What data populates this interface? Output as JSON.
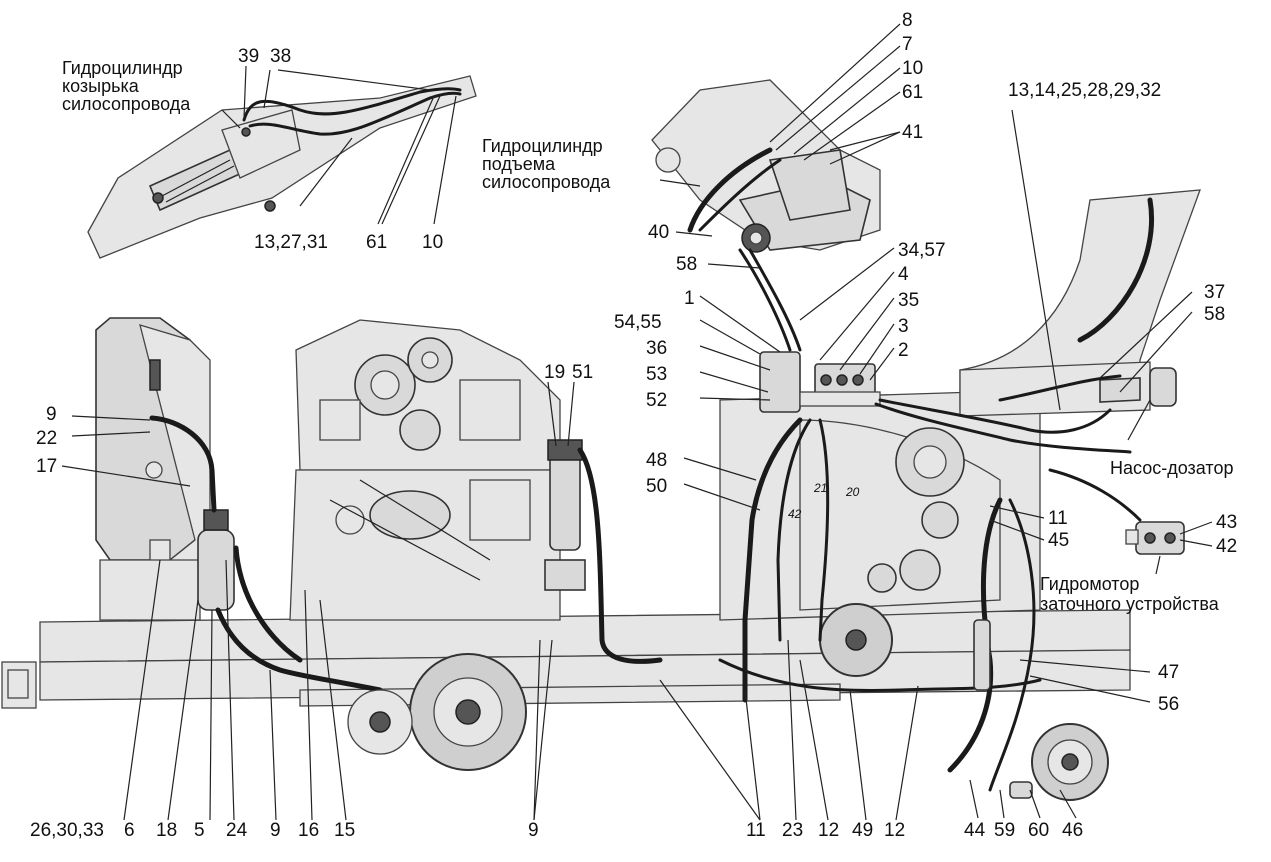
{
  "captions": {
    "cyl_visor": [
      "Гидроцилиндр",
      "козырька",
      "силосопровода"
    ],
    "cyl_lift": [
      "Гидроцилиндр",
      "подъема",
      "силосопровода"
    ],
    "pump": "Насос-дозатор",
    "motor": [
      "Гидромотор",
      "заточного устройства"
    ]
  },
  "labels": {
    "l39": "39",
    "l38": "38",
    "l13_27_31": "13,27,31",
    "l61a": "61",
    "l10a": "10",
    "l8": "8",
    "l7": "7",
    "l10b": "10",
    "l61b": "61",
    "l41": "41",
    "l13_14": "13,14,25,28,29,32",
    "l40": "40",
    "l58a": "58",
    "l34_57": "34,57",
    "l4": "4",
    "l35": "35",
    "l1": "1",
    "l54_55": "54,55",
    "l3": "3",
    "l36": "36",
    "l2": "2",
    "l53": "53",
    "l52": "52",
    "l37": "37",
    "l58b": "58",
    "l19": "19",
    "l51": "51",
    "l9a": "9",
    "l22": "22",
    "l17": "17",
    "l48": "48",
    "l50": "50",
    "l21": "21",
    "l20": "20",
    "l42s": "42",
    "l11a": "11",
    "l45": "45",
    "l43": "43",
    "l42": "42",
    "l47": "47",
    "l56": "56",
    "b26": "26,30,33",
    "b6": "6",
    "b18": "18",
    "b5": "5",
    "b24": "24",
    "b9a": "9",
    "b16": "16",
    "b15": "15",
    "b9b": "9",
    "b11": "11",
    "b23": "23",
    "b12a": "12",
    "b49": "49",
    "b12b": "12",
    "b44": "44",
    "b59": "59",
    "b60": "60",
    "b46": "46"
  },
  "colors": {
    "line": "#222222",
    "fill": "#d9d9d9",
    "background": "#ffffff"
  }
}
